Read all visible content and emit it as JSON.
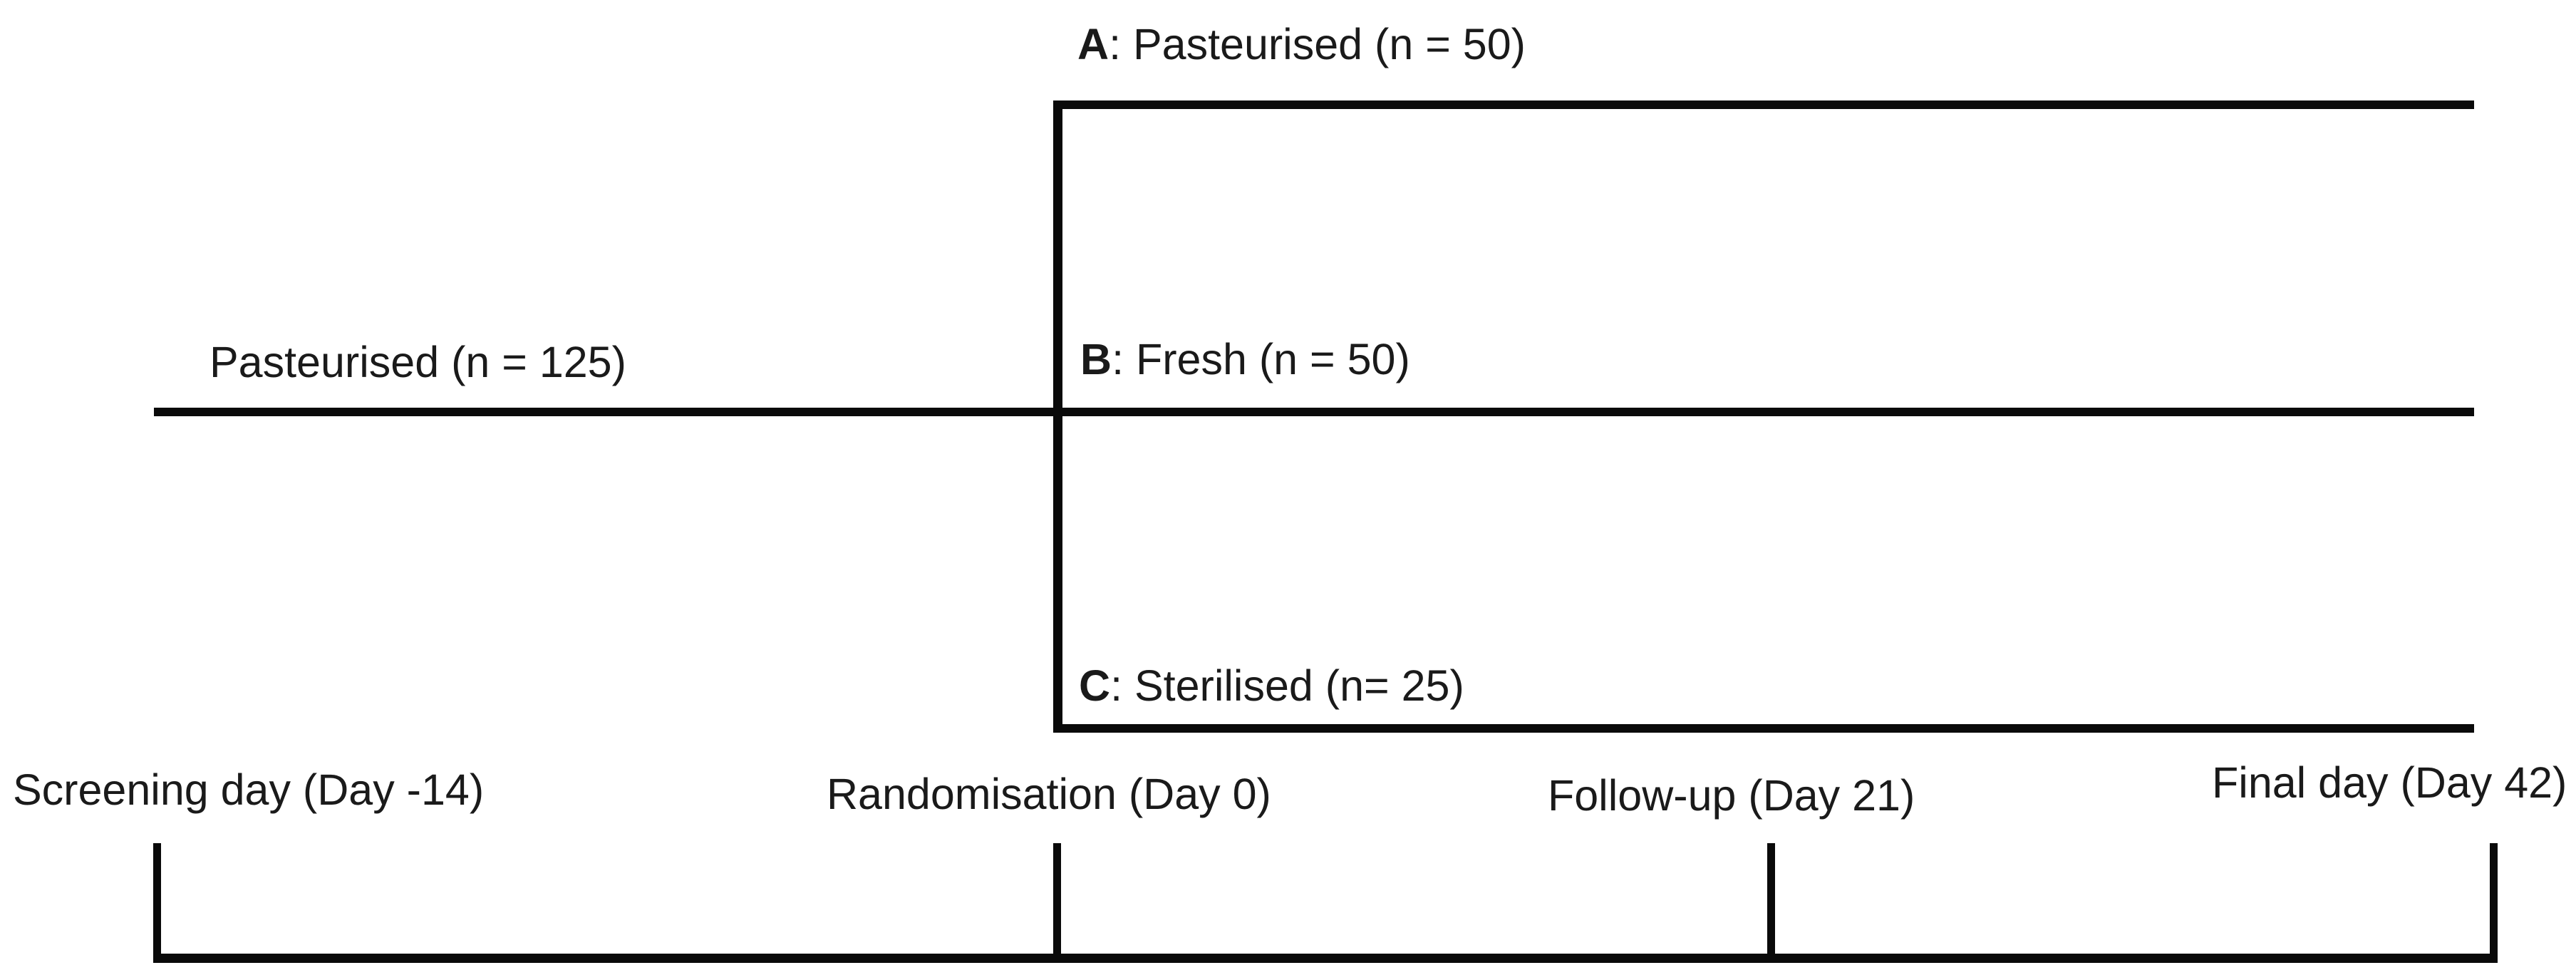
{
  "figure": {
    "type": "study-design-timeline-diagram",
    "trunk": {
      "label": "Pasteurised (n = 125)"
    },
    "arms": [
      {
        "letter": "A",
        "rest": ": Pasteurised (n = 50)"
      },
      {
        "letter": "B",
        "rest": ": Fresh (n = 50)"
      },
      {
        "letter": "C",
        "rest": ": Sterilised (n= 25)"
      }
    ],
    "timeline": {
      "events": [
        {
          "label": "Screening day (Day -14)"
        },
        {
          "label": "Randomisation (Day 0)"
        },
        {
          "label": "Follow-up (Day 21)"
        },
        {
          "label": "Final day (Day 42)"
        }
      ]
    },
    "colors": {
      "background": "#ffffff",
      "line": "#0a0a0a",
      "text": "#1a1a1a"
    }
  }
}
